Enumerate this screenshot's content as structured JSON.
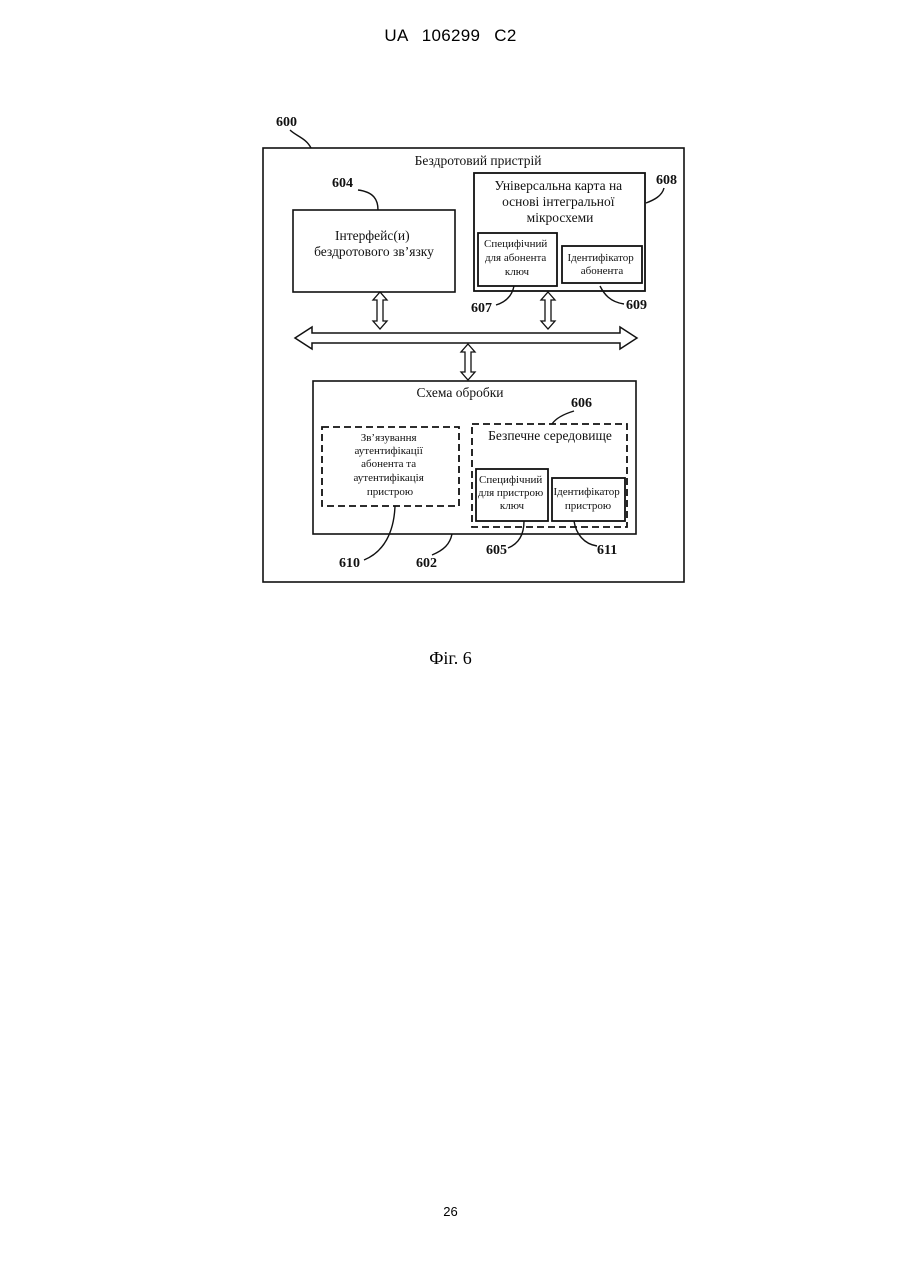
{
  "header": {
    "text": "UA 106299 C2"
  },
  "page_number": "26",
  "figure_caption": "Фіг. 6",
  "diagram": {
    "device": {
      "ref": "600",
      "title": "Бездротовий пристрій"
    },
    "interface": {
      "ref": "604",
      "lines": [
        "Інтерфейс(и)",
        "бездротового зв’язку"
      ]
    },
    "uicc": {
      "ref": "608",
      "lines": [
        "Універсальна карта на",
        "основі інтегральної",
        "мікросхеми"
      ]
    },
    "subscriber_key": {
      "ref": "607",
      "lines": [
        "Специфічний",
        "для абонента",
        "ключ"
      ]
    },
    "subscriber_id": {
      "ref": "609",
      "lines": [
        "Ідентифікатор",
        "абонента"
      ]
    },
    "processing": {
      "ref": "602",
      "title": "Схема обробки"
    },
    "binding": {
      "ref": "610",
      "lines": [
        "Зв’язування",
        "аутентифікації",
        "абонента та",
        "аутентифікація",
        "пристрою"
      ]
    },
    "secure_env": {
      "ref": "606",
      "title": "Безпечне середовище"
    },
    "device_key": {
      "ref": "605",
      "lines": [
        "Специфічний",
        "для пристрою",
        "ключ"
      ]
    },
    "device_id": {
      "ref": "611",
      "lines": [
        "Ідентифікатор",
        "пристрою"
      ]
    }
  }
}
